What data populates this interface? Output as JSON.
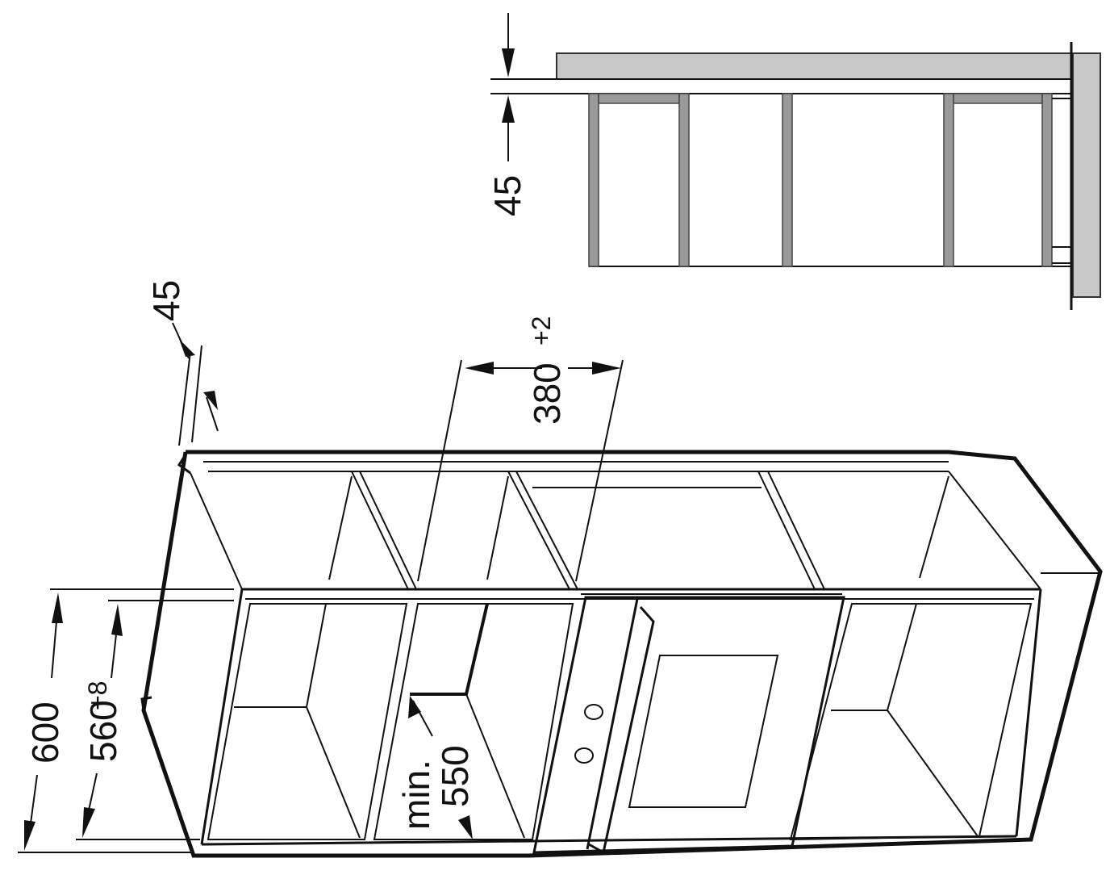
{
  "diagram": {
    "colors": {
      "line": "#111111",
      "panel_fill": "#c8c8c8",
      "panel_edge": "#808080",
      "background": "#ffffff"
    },
    "labels": {
      "top_gap": "45",
      "side_gap": "45",
      "niche_width": "380",
      "niche_width_tol": "+2",
      "cabinet_height": "600",
      "niche_height": "560",
      "niche_height_tol": "+8",
      "min_label": "min.",
      "min_depth": "550"
    }
  }
}
